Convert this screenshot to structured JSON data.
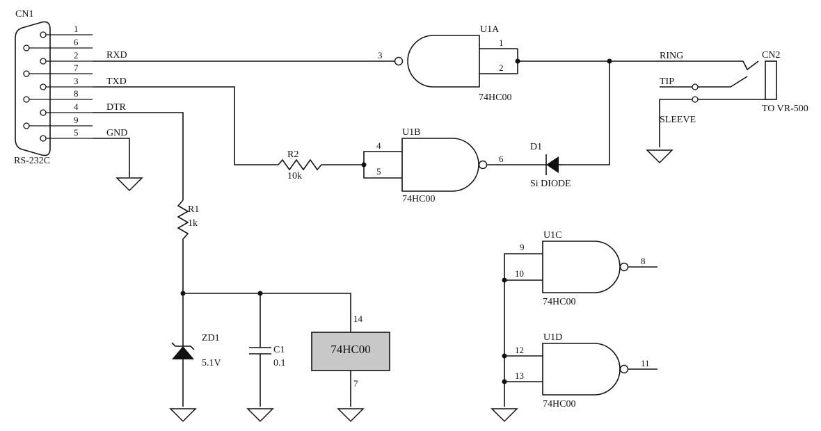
{
  "cn1": {
    "ref": "CN1",
    "name": "RS-232C",
    "pins": [
      "1",
      "6",
      "2",
      "7",
      "3",
      "8",
      "4",
      "9",
      "5"
    ],
    "signals": {
      "rxd": "RXD",
      "txd": "TXD",
      "dtr": "DTR",
      "gnd": "GND"
    }
  },
  "u1a": {
    "ref": "U1A",
    "part": "74HC00",
    "pin_out": "3",
    "pin_in1": "1",
    "pin_in2": "2"
  },
  "u1b": {
    "ref": "U1B",
    "part": "74HC00",
    "pin_in1": "4",
    "pin_in2": "5",
    "pin_out": "6"
  },
  "u1c": {
    "ref": "U1C",
    "part": "74HC00",
    "pin_in1": "9",
    "pin_in2": "10",
    "pin_out": "8"
  },
  "u1d": {
    "ref": "U1D",
    "part": "74HC00",
    "pin_in1": "12",
    "pin_in2": "13",
    "pin_out": "11"
  },
  "r1": {
    "ref": "R1",
    "value": "1k"
  },
  "r2": {
    "ref": "R2",
    "value": "10k"
  },
  "d1": {
    "ref": "D1",
    "value": "Si DIODE"
  },
  "zd1": {
    "ref": "ZD1",
    "value": "5.1V"
  },
  "c1": {
    "ref": "C1",
    "value": "0.1"
  },
  "ic_power": {
    "part": "74HC00",
    "vcc_pin": "14",
    "gnd_pin": "7"
  },
  "cn2": {
    "ref": "CN2",
    "ring": "RING",
    "tip": "TIP",
    "sleeve": "SLEEVE",
    "note": "TO VR-500"
  },
  "colors": {
    "ink": "#111111",
    "ic_fill": "#c8c8c8",
    "background": "#ffffff"
  }
}
